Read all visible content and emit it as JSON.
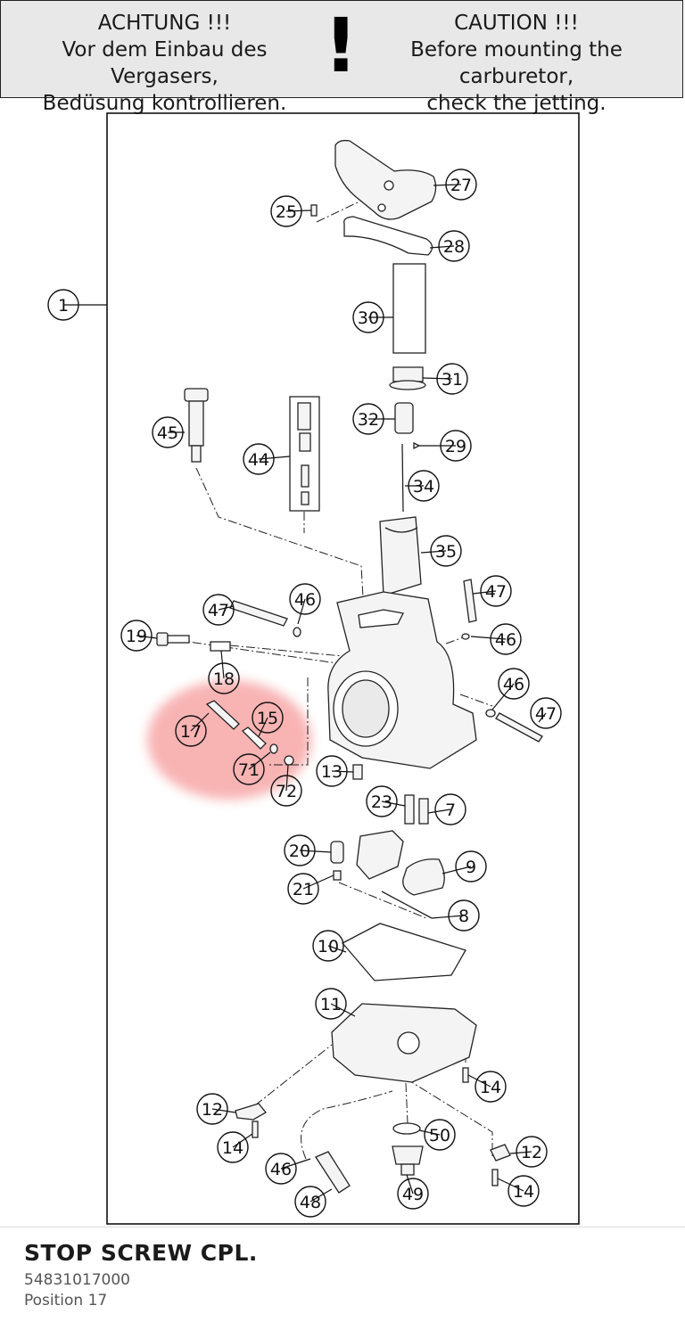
{
  "caution": {
    "de_heading": "ACHTUNG !!!",
    "de_line1": "Vor dem Einbau des Vergasers,",
    "de_line2": "Bedüsung kontrollieren.",
    "mark": "!",
    "en_heading": "CAUTION !!!",
    "en_line1": "Before mounting the carburetor,",
    "en_line2": "check the jetting."
  },
  "diagram": {
    "callouts": [
      "1",
      "7",
      "8",
      "9",
      "10",
      "11",
      "12",
      "12",
      "13",
      "14",
      "14",
      "14",
      "15",
      "17",
      "18",
      "19",
      "20",
      "21",
      "23",
      "25",
      "27",
      "28",
      "29",
      "30",
      "31",
      "32",
      "34",
      "35",
      "44",
      "45",
      "46",
      "46",
      "46",
      "46",
      "47",
      "47",
      "47",
      "48",
      "49",
      "50",
      "71",
      "72"
    ],
    "highlight_color": "#f26b6b"
  },
  "part": {
    "name": "STOP SCREW CPL.",
    "number": "54831017000",
    "position_label": "Position 17"
  }
}
